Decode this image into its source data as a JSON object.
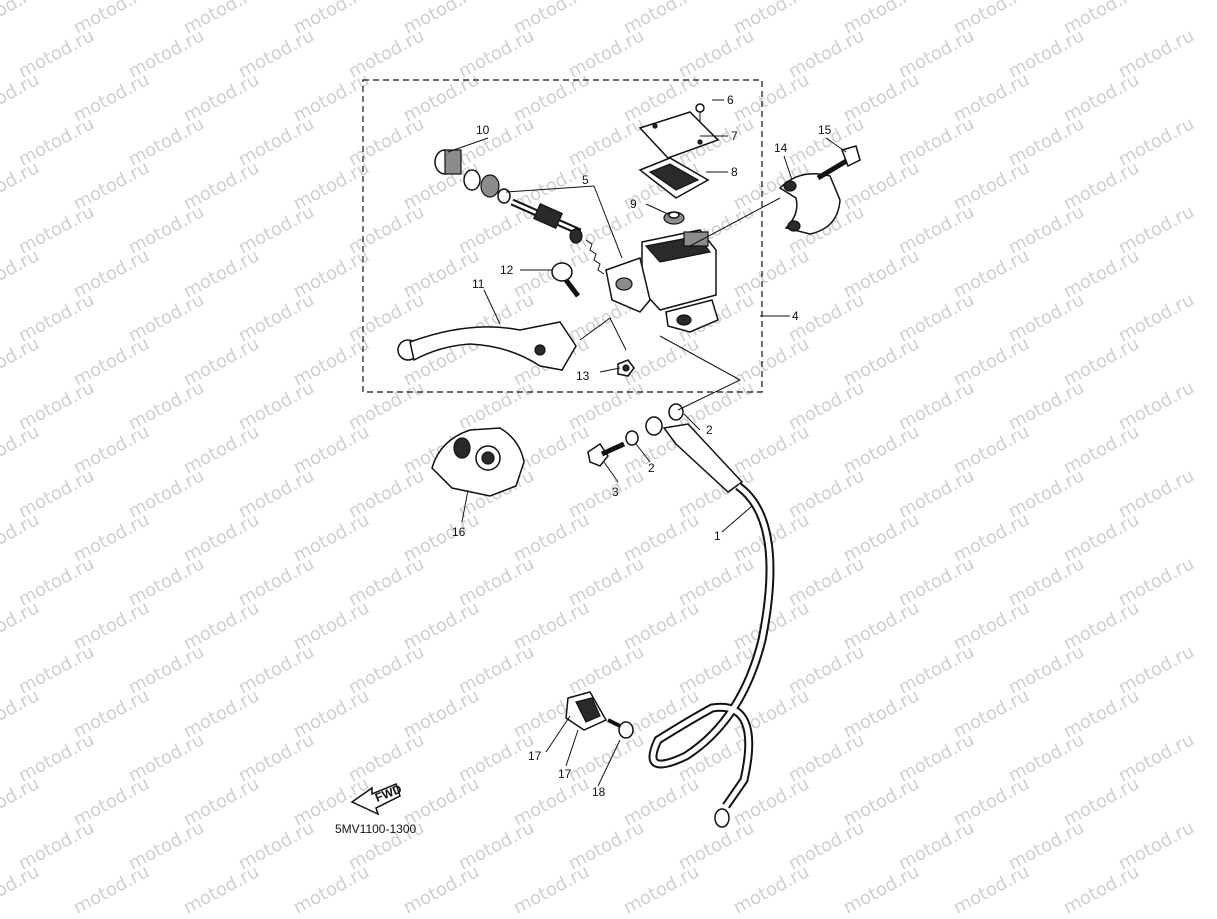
{
  "watermark": "motod.ru",
  "diagram_code": "5MV1100-1300",
  "fwd_label": "FWD",
  "callouts": {
    "c1": "1",
    "c2a": "2",
    "c2b": "2",
    "c3": "3",
    "c4": "4",
    "c5": "5",
    "c6": "6",
    "c7": "7",
    "c8": "8",
    "c9": "9",
    "c10": "10",
    "c11": "11",
    "c12": "12",
    "c13": "13",
    "c14": "14",
    "c15": "15",
    "c16": "16",
    "c17a": "17",
    "c17b": "17",
    "c18": "18"
  },
  "colors": {
    "ink": "#111111",
    "watermark": "#cfcfcf",
    "background": "#ffffff"
  }
}
